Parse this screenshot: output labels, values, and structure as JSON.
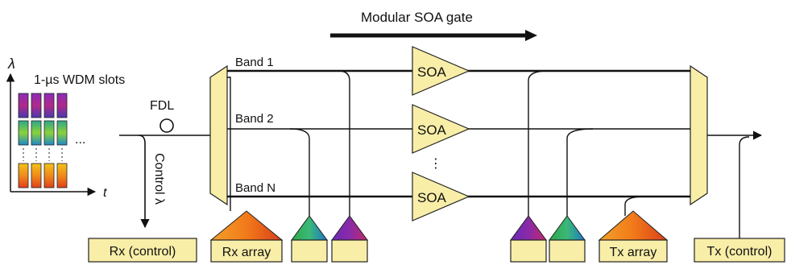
{
  "title": "Modular SOA gate",
  "wdm_label": "1-µs WDM slots",
  "lambda_symbol": "λ",
  "time_symbol": "t",
  "fdl_label": "FDL",
  "control_label": "Control λ",
  "bands": [
    "Band 1",
    "Band 2",
    "Band N"
  ],
  "soa_label": "SOA",
  "ellipsis": "⋮",
  "slot_ellipsis": "...",
  "boxes": {
    "rx_control": "Rx (control)",
    "rx_array": "Rx array",
    "tx_array": "Tx array",
    "tx_control": "Tx (control)"
  },
  "colors": {
    "box_fill": "#f8eea8",
    "box_stroke": "#222222",
    "accent_purple": "#7a2a9a",
    "accent_green": "#3aa84a",
    "accent_orange": "#f28a1a"
  }
}
